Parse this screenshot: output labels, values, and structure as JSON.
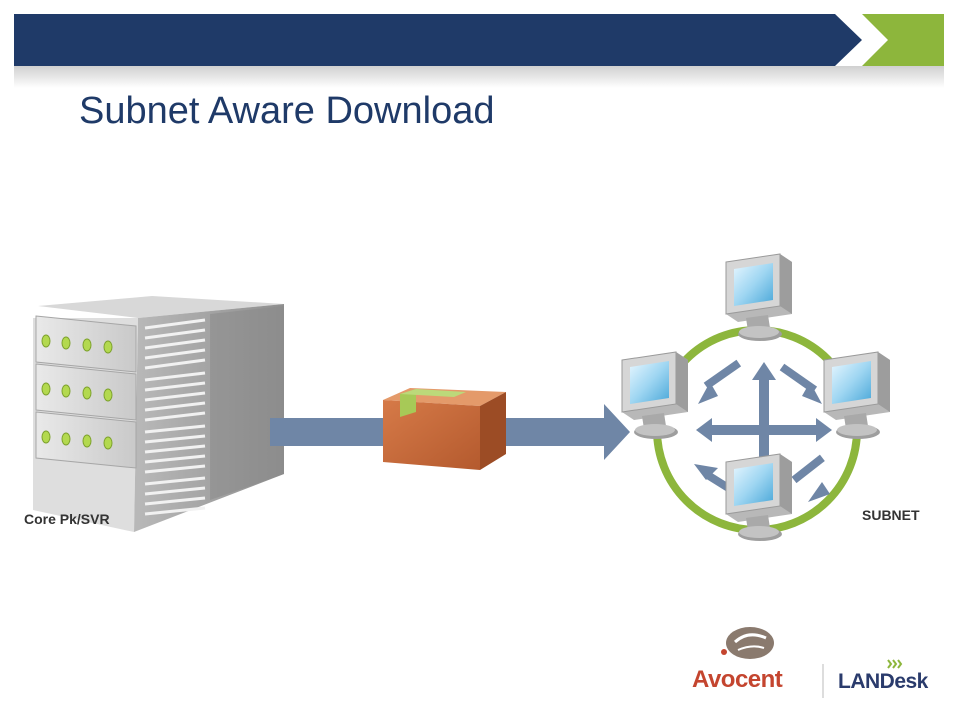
{
  "slide": {
    "title": "Subnet Aware Download"
  },
  "diagram": {
    "server_label": "Core Pk/SVR",
    "subnet_label": "SUBNET"
  },
  "logos": {
    "left": "Avocent",
    "right": "LANDesk"
  },
  "colors": {
    "header_bar": "#1f3a68",
    "header_accent": "#8db63c",
    "title_text": "#1f3a68",
    "arrow": "#6f86a6",
    "ring": "#8db63c",
    "package": "#c8693c",
    "package_tape": "#a7c957"
  }
}
